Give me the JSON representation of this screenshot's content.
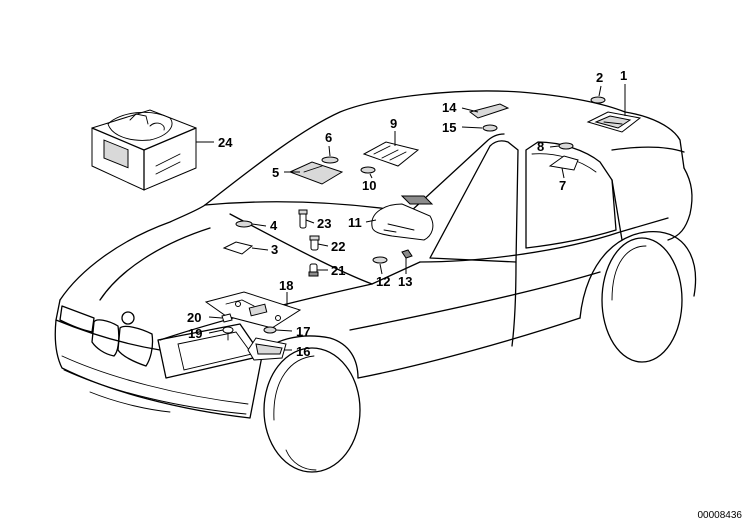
{
  "diagram": {
    "title": "Interior lights parts diagram",
    "reference_number": "00008436",
    "callouts": [
      {
        "id": "1",
        "label": "1"
      },
      {
        "id": "2",
        "label": "2"
      },
      {
        "id": "3",
        "label": "3"
      },
      {
        "id": "4",
        "label": "4"
      },
      {
        "id": "5",
        "label": "5"
      },
      {
        "id": "6",
        "label": "6"
      },
      {
        "id": "7",
        "label": "7"
      },
      {
        "id": "8",
        "label": "8"
      },
      {
        "id": "9",
        "label": "9"
      },
      {
        "id": "10",
        "label": "10"
      },
      {
        "id": "11",
        "label": "11"
      },
      {
        "id": "12",
        "label": "12"
      },
      {
        "id": "13",
        "label": "13"
      },
      {
        "id": "14",
        "label": "14"
      },
      {
        "id": "15",
        "label": "15"
      },
      {
        "id": "16",
        "label": "16"
      },
      {
        "id": "17",
        "label": "17"
      },
      {
        "id": "18",
        "label": "18"
      },
      {
        "id": "19",
        "label": "19"
      },
      {
        "id": "20",
        "label": "20"
      },
      {
        "id": "21",
        "label": "21"
      },
      {
        "id": "22",
        "label": "22"
      },
      {
        "id": "23",
        "label": "23"
      },
      {
        "id": "24",
        "label": "24"
      }
    ]
  }
}
